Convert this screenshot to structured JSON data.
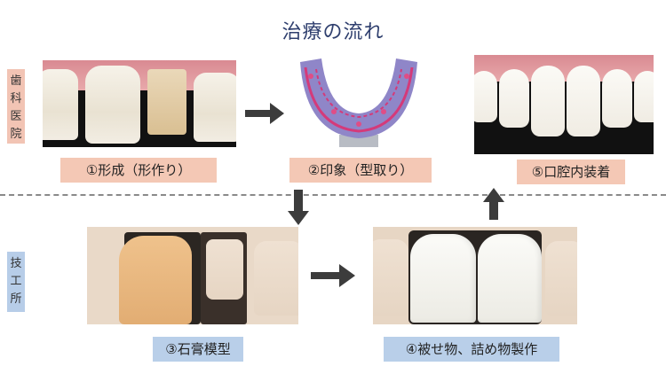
{
  "title": "治療の流れ",
  "labels": {
    "clinic": [
      "歯",
      "科",
      "医",
      "院"
    ],
    "lab": [
      "技",
      "工",
      "所"
    ]
  },
  "steps": [
    {
      "caption": "①形成（形作り）"
    },
    {
      "caption": "②印象（型取り）"
    },
    {
      "caption": "③石膏模型"
    },
    {
      "caption": "④被せ物、詰め物製作"
    },
    {
      "caption": "⑤口腔内装着"
    }
  ],
  "colors": {
    "clinic_label_bg": "#f2c4b4",
    "lab_label_bg": "#b7cde8",
    "arrow": "#3c3c3c"
  }
}
